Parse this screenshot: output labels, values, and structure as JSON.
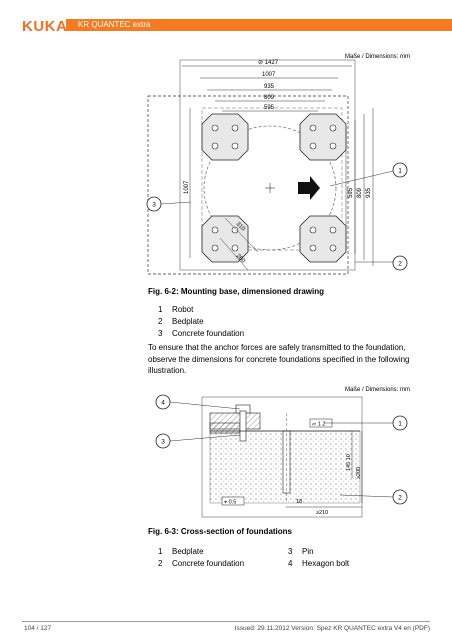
{
  "header": {
    "logo": "KUKA",
    "title": "KR QUANTEC extra"
  },
  "figure1": {
    "units_label": "Maße / Dimensions: mm",
    "dims": [
      "⊘ 1427",
      "1007",
      "935",
      "809",
      "595",
      "1007",
      "595",
      "809",
      "935",
      "310",
      "280"
    ],
    "callouts": [
      "1",
      "2",
      "3"
    ],
    "caption": "Fig. 6-2: Mounting base, dimensioned drawing"
  },
  "list1": [
    {
      "num": "1",
      "label": "Robot"
    },
    {
      "num": "2",
      "label": "Bedplate"
    },
    {
      "num": "3",
      "label": "Concrete foundation"
    }
  ],
  "paragraph": "To ensure that the anchor forces are safely transmitted to the foundation, observe the dimensions for concrete foundations specified in the following illustration.",
  "figure2": {
    "units_label": "Maße / Dimensions: mm",
    "dims": [
      "⏥ 1 2",
      "145 10",
      "≥200",
      "18",
      "⌖ 0.5",
      "≥210"
    ],
    "callouts": [
      "4",
      "1",
      "3",
      "2"
    ],
    "caption": "Fig. 6-3: Cross-section of foundations"
  },
  "list2": [
    {
      "num": "1",
      "label": "Bedplate"
    },
    {
      "num": "2",
      "label": "Concrete foundation"
    },
    {
      "num": "3",
      "label": "Pin"
    },
    {
      "num": "4",
      "label": "Hexagon bolt"
    }
  ],
  "footer": {
    "page": "104 / 127",
    "issued": "Issued: 29.11.2012 Version: Spez KR QUANTEC extra V4 en (PDF)"
  }
}
